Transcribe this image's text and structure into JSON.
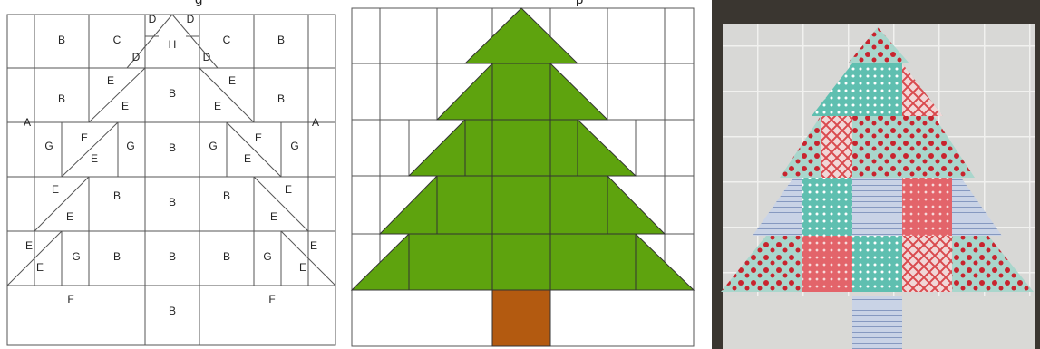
{
  "colors": {
    "tree_green": "#5ea30e",
    "trunk_brown": "#b35a10",
    "line": "#555555",
    "fabric_background": "#dcdcdc",
    "fabric_red": "#d94a4e",
    "fabric_teal": "#6cc4b8",
    "fabric_blue": "#8fa3c4"
  },
  "caption_fragments": {
    "left": "g",
    "right": "p"
  },
  "pattern_labels": {
    "a": "A",
    "b": "B",
    "c": "C",
    "d": "D",
    "e": "E",
    "f": "F",
    "g": "G",
    "h": "H"
  },
  "panels": [
    {
      "name": "lettered-piecing-diagram"
    },
    {
      "name": "colored-tree-diagram"
    },
    {
      "name": "finished-quilt-block-photo"
    }
  ]
}
